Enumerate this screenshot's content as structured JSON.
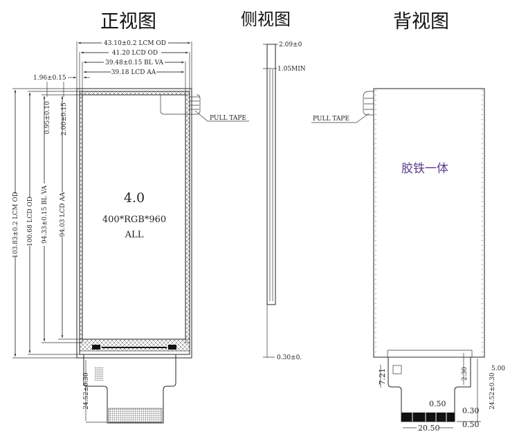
{
  "titles": {
    "front": "正视图",
    "side": "侧视图",
    "back": "背视图"
  },
  "front": {
    "width_dims": [
      "43.10±0.2 LCM OD",
      "41.20 LCD OD",
      "39.48±0.15 BL VA",
      "39.18 LCD AA"
    ],
    "offset_dim": "1.96±0.15",
    "height_dims": [
      "103.83±0.2 LCM OD",
      "100.68 LCD OD",
      "94.33±0.15 BL VA",
      "94.03 LCD AA"
    ],
    "top_offsets": [
      "0.95±0.10",
      "2.00±0.15"
    ],
    "pull_tape": "PULL TAPE",
    "size": "4.0",
    "resolution": "400*RGB*960",
    "view": "ALL",
    "fpc_dim": "24.52±0.30"
  },
  "side": {
    "thickness": "2.09±0",
    "min": "1.05MIN",
    "bottom": "0.30±0."
  },
  "back": {
    "pull_tape": "PULL TAPE",
    "note": "胶铁一体",
    "dims": [
      "5.00",
      "7.21",
      "2.30",
      "24.52±0.30",
      "0.50",
      "0.30",
      "0.50",
      "20.50"
    ]
  }
}
